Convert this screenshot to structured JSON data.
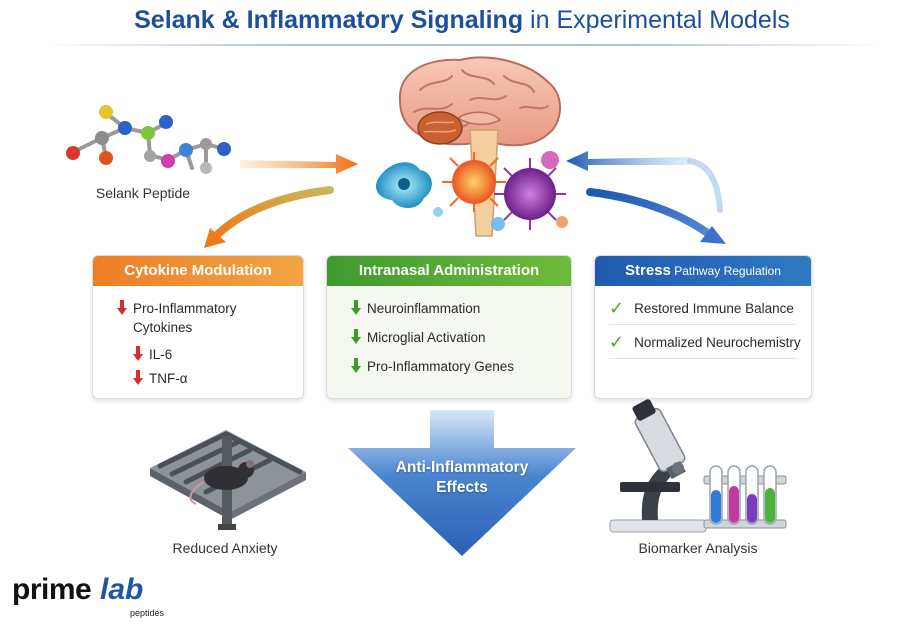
{
  "title": {
    "bold": "Selank & Inflammatory Signaling",
    "rest": " in Experimental Models"
  },
  "peptide": {
    "caption": "Selank Peptide"
  },
  "panels": {
    "cytokine": {
      "title": "Cytokine Modulation",
      "items": [
        "Pro-Inflammatory",
        "Cytokines",
        "IL-6",
        "TNF-α"
      ]
    },
    "intranasal": {
      "title": "Intranasal Administration",
      "items": [
        "Neuroinflammation",
        "Microglial Activation",
        "Pro-Inflammatory Genes"
      ]
    },
    "stress": {
      "title_bold": "Stress",
      "title_rest": " Pathway Regulation",
      "items": [
        "Restored Immune Balance",
        "Normalized Neurochemistry"
      ]
    }
  },
  "effect": {
    "line1": "Anti-Inflammatory",
    "line2": "Effects"
  },
  "bottom": {
    "left_caption": "Reduced Anxiety",
    "right_caption": "Biomarker Analysis"
  },
  "logo": {
    "prime": "prime",
    "lab": "lab",
    "peptides": "peptides"
  },
  "colors": {
    "title_blue": "#1c4f9c",
    "orange": "#ef7a1c",
    "green": "#3f9a2c",
    "blue": "#2b63b8",
    "red": "#d32f2f",
    "check_green": "#4aa532"
  },
  "icons": [
    "molecule-icon",
    "brain-icon",
    "virus-icon",
    "maze-icon",
    "mouse-icon",
    "microscope-icon",
    "test-tubes-icon",
    "down-arrow-icon",
    "check-icon"
  ]
}
